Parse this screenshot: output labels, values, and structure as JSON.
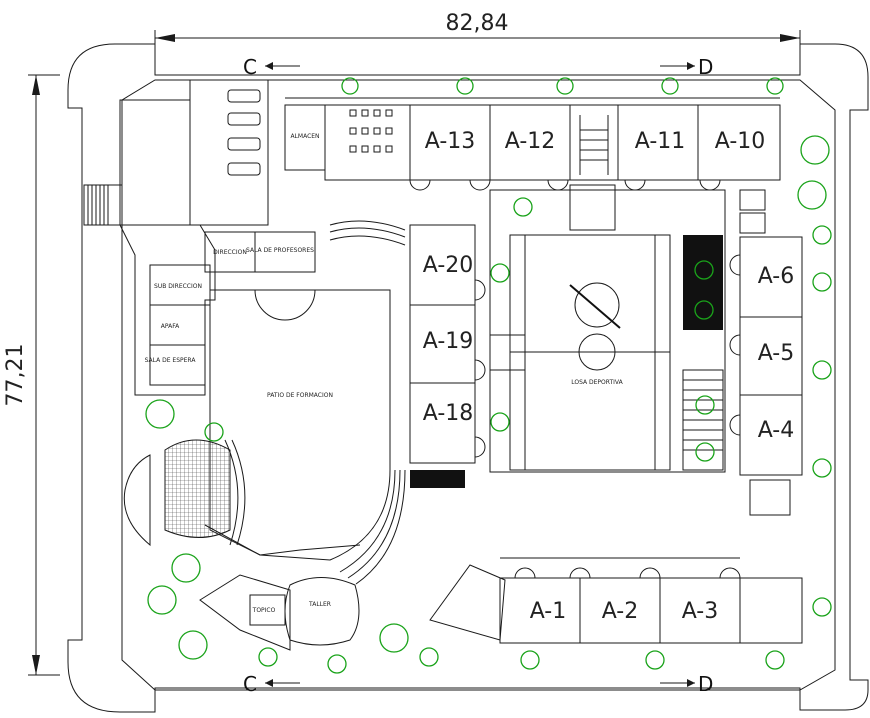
{
  "plan": {
    "dimensions": {
      "width": "82,84",
      "height": "77,21"
    },
    "section_marks": {
      "left": "C",
      "right": "D"
    },
    "rooms": {
      "a13": "A-13",
      "a12": "A-12",
      "a11": "A-11",
      "a10": "A-10",
      "a20": "A-20",
      "a19": "A-19",
      "a18": "A-18",
      "a6": "A-6",
      "a5": "A-5",
      "a4": "A-4",
      "a1": "A-1",
      "a2": "A-2",
      "a3": "A-3"
    },
    "areas": {
      "patio": "PATIO DE FORMACION",
      "losa": "LOSA DEPORTIVA",
      "taller": "TALLER",
      "topico": "TOPICO",
      "direccion": "DIRECCION",
      "sala_profesores": "SALA DE PROFESORES",
      "apafa": "APAFA",
      "sala_espera": "SALA DE ESPERA",
      "sub_direccion": "SUB DIRECCION",
      "almacen": "ALMACEN"
    },
    "colors": {
      "line": "#1a1a1a",
      "tree": "#1aa31a",
      "dark_fill": "#111111"
    }
  }
}
